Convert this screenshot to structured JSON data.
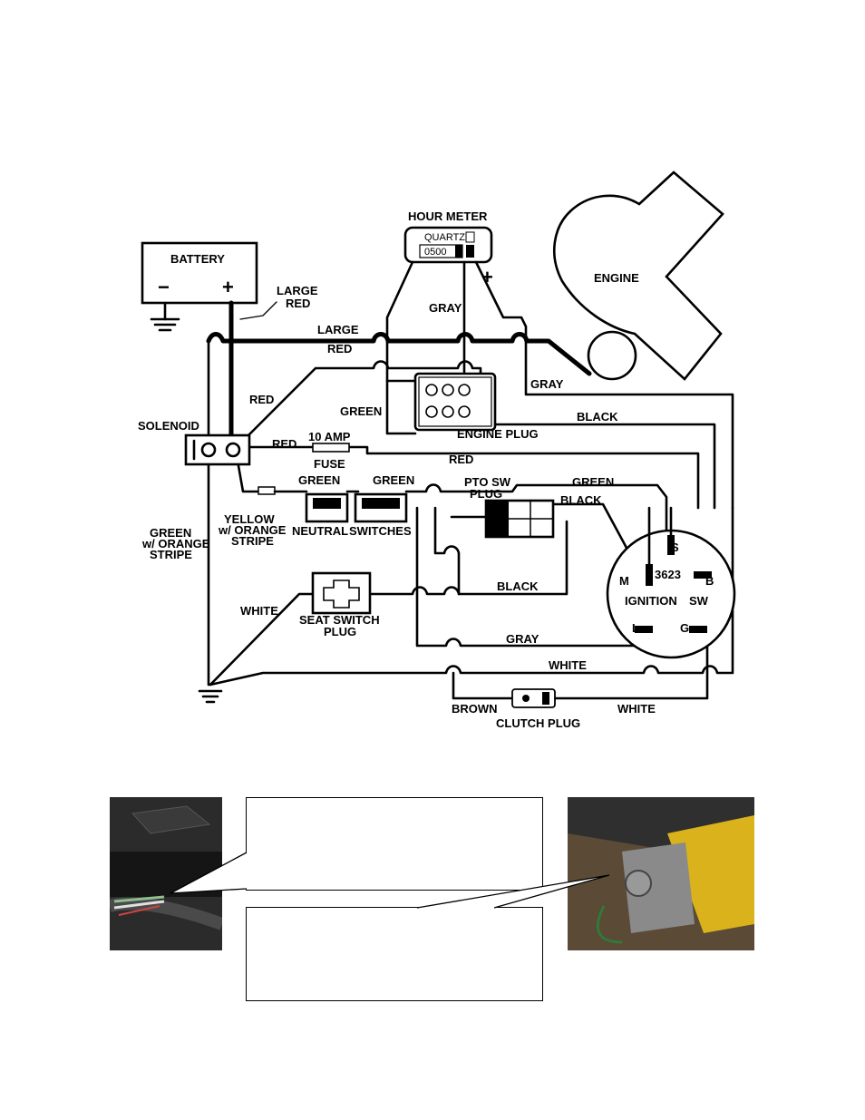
{
  "diagram": {
    "hour_meter": {
      "title": "HOUR METER",
      "brand": "QUARTZ",
      "reading": "0500"
    },
    "engine": "ENGINE",
    "battery": {
      "title": "BATTERY",
      "negative": "−",
      "positive": "+"
    },
    "solenoid": "SOLENOID",
    "engine_plug": "ENGINE PLUG",
    "pto_plug": {
      "line1": "PTO SW",
      "line2": "PLUG"
    },
    "neutral_switches": {
      "left": "NEUTRAL",
      "right": "SWITCHES"
    },
    "seat_switch_plug": {
      "line1": "SEAT SWITCH",
      "line2": "PLUG"
    },
    "clutch_plug": "CLUTCH PLUG",
    "fuse": {
      "line1": "10 AMP",
      "line2": "FUSE"
    },
    "ignition": {
      "model": "3623",
      "label_left": "IGNITION",
      "label_right": "SW",
      "terminals": {
        "s": "S",
        "m": "M",
        "b": "B",
        "l": "L",
        "g": "G"
      }
    },
    "plus_sign": "+",
    "wires": {
      "large_red_callout": {
        "line1": "LARGE",
        "line2": "RED"
      },
      "large_red_main": {
        "line1": "LARGE",
        "line2": "RED"
      },
      "gray_meter": "GRAY",
      "gray_engine": "GRAY",
      "green_engine": "GREEN",
      "black_engine": "BLACK",
      "red_diag": "RED",
      "red_solenoid": "RED",
      "red_fuse": "RED",
      "green_neutral_left": "GREEN",
      "green_neutral_right": "GREEN",
      "yellow_orange": {
        "line1": "YELLOW",
        "line2": "w/ ORANGE",
        "line3": "STRIPE"
      },
      "green_orange": {
        "line1": "GREEN",
        "line2": "w/ ORANGE",
        "line3": "STRIPE"
      },
      "green_pto": "GREEN",
      "black_pto": "BLACK",
      "black_mid": "BLACK",
      "white_seat": "WHITE",
      "gray_bottom": "GRAY",
      "white_bottom": "WHITE",
      "brown": "BROWN",
      "white_clutch": "WHITE"
    }
  }
}
